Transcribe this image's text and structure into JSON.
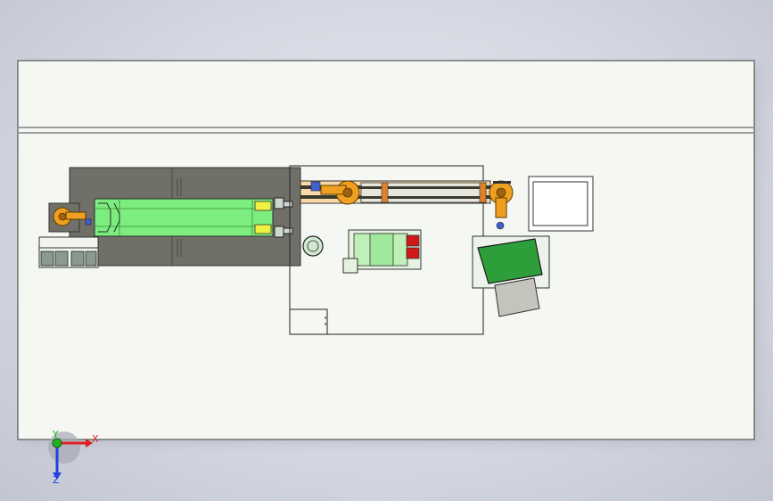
{
  "triad": {
    "x_label": "X",
    "y_label": "Y",
    "z_label": "Z"
  },
  "colors": {
    "background": "#d6d9e3",
    "sheet": "#f4f7f2",
    "platform": "#707068",
    "conveyor_green": "#7ced7e",
    "robot_orange": "#f0a020",
    "guard_yellow": "#f0f040",
    "hopper_green": "#2e8b2e",
    "tray_gray": "#c4c4bc",
    "rail_dark": "#3a3a30",
    "rail_orange": "#e0822a",
    "fixture_red": "#d01818",
    "axis_x": "#e02020",
    "axis_y": "#20b020",
    "axis_z": "#2040e0"
  },
  "icons": [
    "robot-arm-icon",
    "coordinate-triad-icon"
  ]
}
